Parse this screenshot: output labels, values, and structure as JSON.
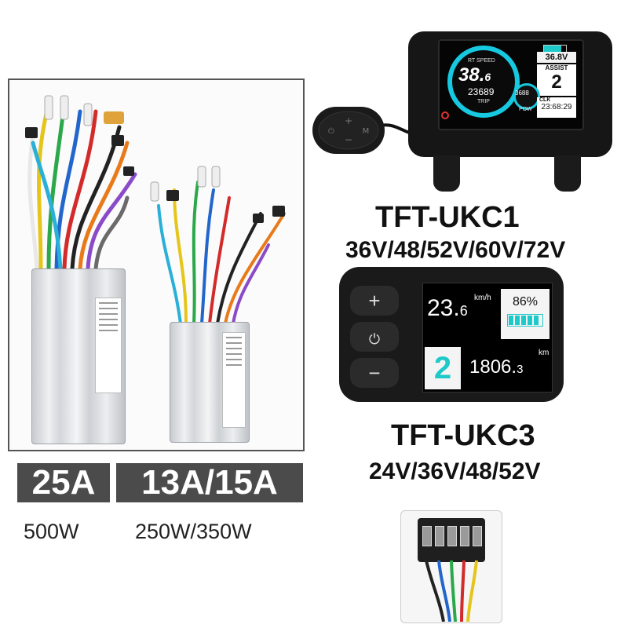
{
  "controllers": {
    "badge_left": "25A",
    "badge_right": "13A/15A",
    "power_left": "500W",
    "power_right": "250W/350W"
  },
  "ukc1": {
    "model": "TFT-UKC1",
    "voltages": "36V/48/52V/60V/72V",
    "screen": {
      "rt_speed_label": "RT SPEED",
      "speed": "38.",
      "speed_decimal": "6",
      "odometer": "23689",
      "trip_label": "TRIP",
      "voltage": "36.8V",
      "assist_label": "ASSIST",
      "assist_level": "2",
      "power_value": "3688",
      "power_label": "POW",
      "clock_label": "CLK",
      "clock": "23:68:29"
    }
  },
  "ukc3": {
    "model": "TFT-UKC3",
    "voltages": "24V/36V/48/52V",
    "screen": {
      "speed": "23.",
      "speed_decimal": "6",
      "speed_unit": "km/h",
      "battery_percent": "86%",
      "assist_level": "2",
      "distance": "1806.",
      "distance_decimal": "3",
      "distance_unit": "km"
    },
    "buttons": {
      "plus": "+",
      "minus": "−"
    }
  },
  "colors": {
    "badge_bg": "#4b4b4b",
    "gauge_accent": "#16c9e0",
    "battery_fill": "#1ec9c9"
  },
  "icons": [
    "power-icon",
    "battery-icon",
    "plus-icon",
    "minus-icon",
    "mode-button-icon"
  ]
}
